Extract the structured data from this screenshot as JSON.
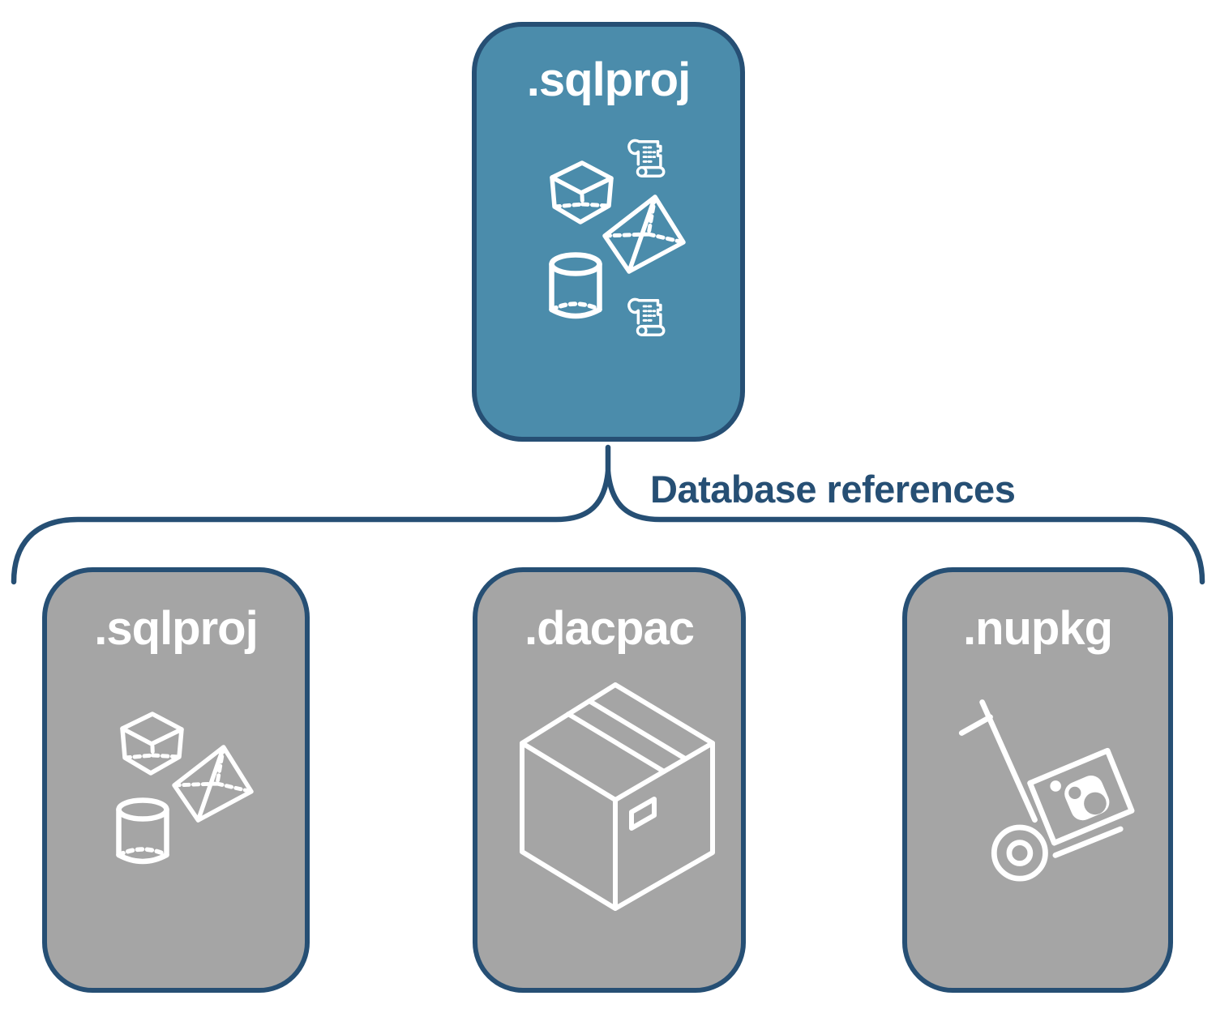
{
  "diagram": {
    "root": {
      "label": ".sqlproj",
      "fill": "#4B8CAB",
      "icons": [
        "scroll",
        "cube",
        "pyramid",
        "cylinder",
        "scroll"
      ]
    },
    "connector": {
      "label": "Database references",
      "color": "#264F74"
    },
    "children": [
      {
        "label": ".sqlproj",
        "fill": "#A5A5A5",
        "icons": [
          "cube",
          "pyramid",
          "cylinder"
        ]
      },
      {
        "label": ".dacpac",
        "fill": "#A5A5A5",
        "icons": [
          "package-box"
        ]
      },
      {
        "label": ".nupkg",
        "fill": "#A5A5A5",
        "icons": [
          "nuget-hand-truck"
        ]
      }
    ],
    "colors": {
      "outline": "#264F74",
      "icon": "#FFFFFF",
      "background": "#FFFFFF"
    }
  }
}
